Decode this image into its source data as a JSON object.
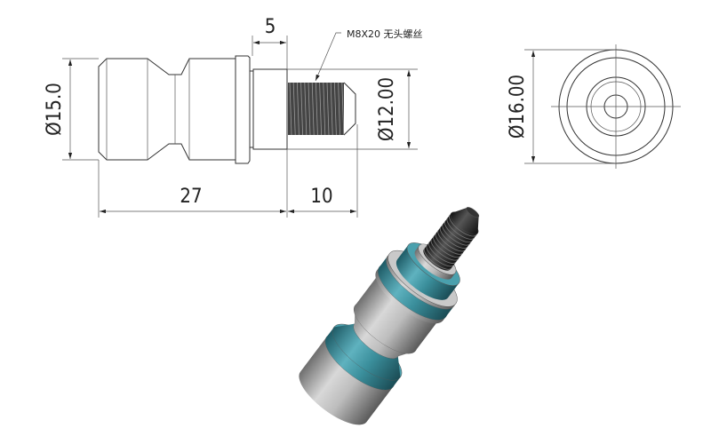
{
  "drawing": {
    "dimensions": {
      "body_diameter": "Ø15.0",
      "neck_diameter": "Ø12.00",
      "flange_diameter": "Ø16.00",
      "body_length": "27",
      "thread_length": "10",
      "neck_length": "5"
    },
    "callout": "M8X20 无头螺丝"
  },
  "colors": {
    "accent_teal": "#3b8f9c",
    "steel": "#a8a8a8",
    "thread": "#222222"
  }
}
